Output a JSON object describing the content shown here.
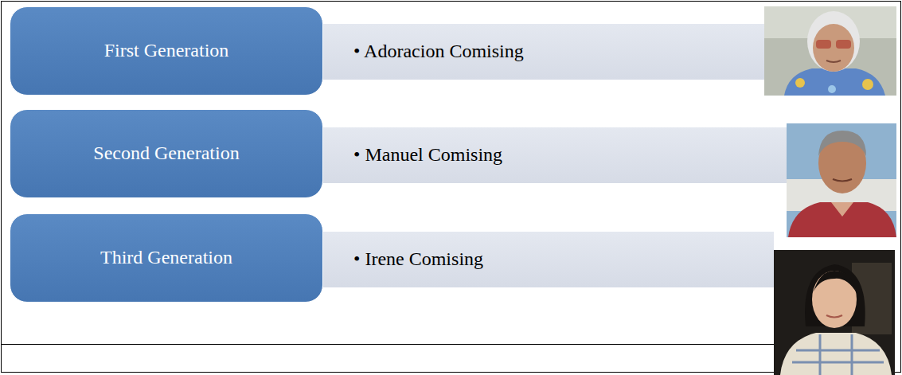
{
  "diagram": {
    "nodes": [
      {
        "text": [
          "First Generation"
        ]
      },
      {
        "text": [
          "• Adoracion Comising"
        ]
      },
      {
        "text": [
          "Second Generation"
        ]
      },
      {
        "text": [
          "• Manuel Comising"
        ]
      },
      {
        "text": [
          "Third Generation"
        ]
      },
      {
        "text": [
          "• Irene Comising"
        ]
      }
    ]
  }
}
